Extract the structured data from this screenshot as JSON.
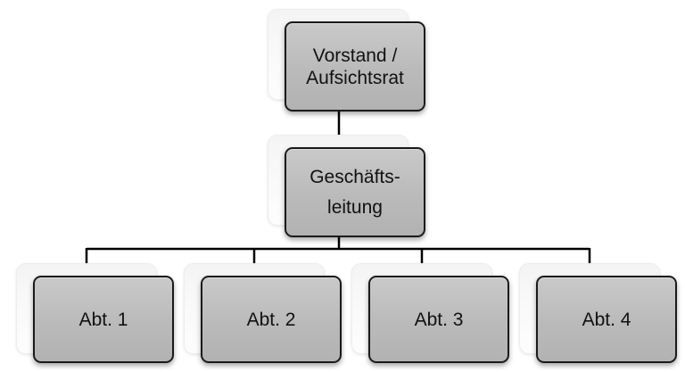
{
  "org_chart": {
    "top": {
      "label": "Vorstand /\nAufsichtsrat"
    },
    "management": {
      "label": "Geschäfts-\nleitung"
    },
    "departments": [
      {
        "label": "Abt. 1"
      },
      {
        "label": "Abt. 2"
      },
      {
        "label": "Abt. 3"
      },
      {
        "label": "Abt. 4"
      }
    ]
  },
  "colors": {
    "box_fill": "#bdbdbd",
    "box_border": "#1a1a1a",
    "connector": "#000000",
    "shadow_box": "#f6f6f6"
  }
}
